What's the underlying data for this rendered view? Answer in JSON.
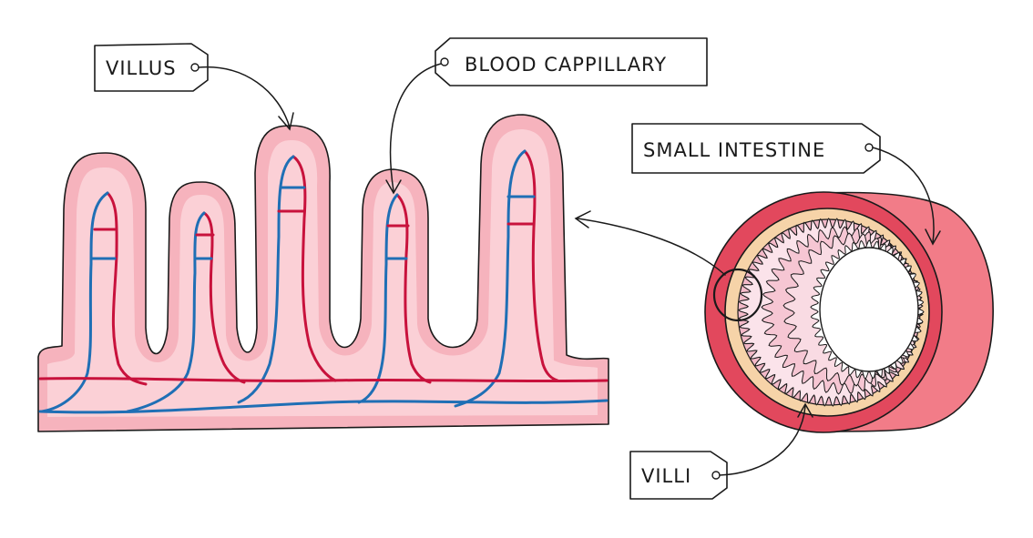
{
  "labels": {
    "villus": "VILLUS",
    "blood_capillary": "BLOOD CAPPILLARY",
    "small_intestine": "SMALL INTESTINE",
    "villi": "VILLI"
  },
  "colors": {
    "villus_fill": "#f6b3bd",
    "villus_inner": "#fbd0d6",
    "artery": "#c8123c",
    "vein": "#1f6fb5",
    "intestine_outer": "#f07b86",
    "intestine_muscle": "#e04a5e",
    "submucosa": "#f6d3a8",
    "mucosa_light": "#fbe3ea",
    "mucosa_mid": "#f3b9c8"
  }
}
